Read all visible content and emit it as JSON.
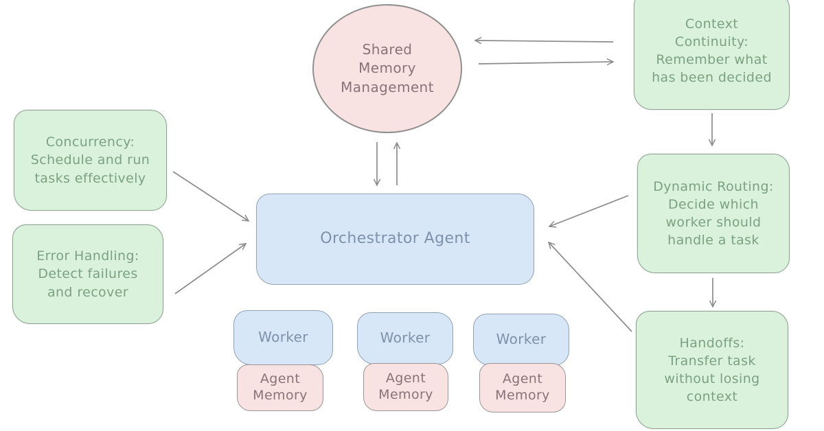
{
  "title": "Orchestrator Agent architecture diagram",
  "colors": {
    "green_fill": "#daf2dc",
    "green_border": "#8fa294",
    "green_text": "#7ca181",
    "blue_fill": "#d8e7f8",
    "blue_border": "#91a1b3",
    "blue_text": "#7d92aa",
    "pink_fill": "#f9e2e2",
    "pink_border": "#9b9396",
    "pink_text": "#8a7278",
    "arrow": "#8a8a8a"
  },
  "nodes": {
    "shared_memory": {
      "shape": "ellipse",
      "color": "pink",
      "label": "Shared\nMemory\nManagement"
    },
    "context_continuity": {
      "shape": "rounded-rect",
      "color": "green",
      "label": "Context\nContinuity:\nRemember what\nhas been decided"
    },
    "concurrency": {
      "shape": "rounded-rect",
      "color": "green",
      "label": "Concurrency:\nSchedule and run\ntasks effectively"
    },
    "error_handling": {
      "shape": "rounded-rect",
      "color": "green",
      "label": "Error Handling:\nDetect failures\nand recover"
    },
    "orchestrator": {
      "shape": "rounded-rect",
      "color": "blue",
      "label": "Orchestrator Agent"
    },
    "dynamic_routing": {
      "shape": "rounded-rect",
      "color": "green",
      "label": "Dynamic Routing:\nDecide which\nworker should\nhandle a task"
    },
    "handoffs": {
      "shape": "rounded-rect",
      "color": "green",
      "label": "Handoffs:\nTransfer task\nwithout losing\ncontext"
    }
  },
  "workers": [
    {
      "label": "Worker",
      "memory_label": "Agent\nMemory"
    },
    {
      "label": "Worker",
      "memory_label": "Agent\nMemory"
    },
    {
      "label": "Worker",
      "memory_label": "Agent\nMemory"
    }
  ],
  "edges": [
    {
      "from": "context_continuity",
      "to": "shared_memory"
    },
    {
      "from": "shared_memory",
      "to": "context_continuity"
    },
    {
      "from": "shared_memory",
      "to": "orchestrator"
    },
    {
      "from": "orchestrator",
      "to": "shared_memory"
    },
    {
      "from": "concurrency",
      "to": "orchestrator"
    },
    {
      "from": "error_handling",
      "to": "orchestrator"
    },
    {
      "from": "dynamic_routing",
      "to": "orchestrator"
    },
    {
      "from": "handoffs",
      "to": "orchestrator"
    },
    {
      "from": "context_continuity",
      "to": "dynamic_routing"
    },
    {
      "from": "dynamic_routing",
      "to": "handoffs"
    }
  ]
}
